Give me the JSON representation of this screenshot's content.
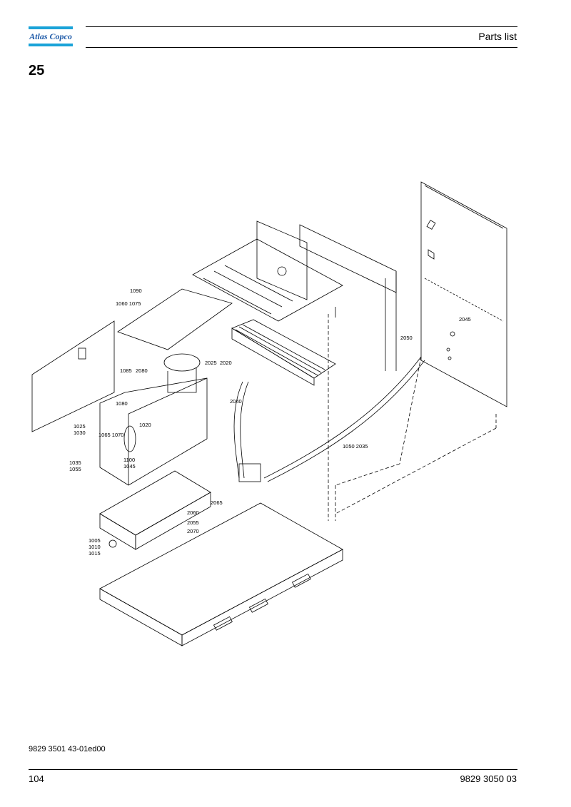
{
  "header": {
    "logo_text": "Atlas Copco",
    "title": "Parts list",
    "section_number": "25"
  },
  "drawing": {
    "labels": [
      {
        "id": "l1090",
        "text": "1090"
      },
      {
        "id": "l1060",
        "text": "1060 1075"
      },
      {
        "id": "l1085",
        "text": "1085"
      },
      {
        "id": "l2080",
        "text": "2080"
      },
      {
        "id": "l1080",
        "text": "1080"
      },
      {
        "id": "l2025",
        "text": "2025"
      },
      {
        "id": "l2020",
        "text": "2020"
      },
      {
        "id": "l2040",
        "text": "2040"
      },
      {
        "id": "l2050",
        "text": "2050"
      },
      {
        "id": "l2045",
        "text": "2045"
      },
      {
        "id": "l1020",
        "text": "1020"
      },
      {
        "id": "l1025",
        "text": "1025"
      },
      {
        "id": "l1030",
        "text": "1030"
      },
      {
        "id": "l1065",
        "text": "1065 1070"
      },
      {
        "id": "l1100",
        "text": "1100"
      },
      {
        "id": "l1045",
        "text": "1045"
      },
      {
        "id": "l1035",
        "text": "1035"
      },
      {
        "id": "l1055",
        "text": "1055"
      },
      {
        "id": "l1050",
        "text": "1050  2035"
      },
      {
        "id": "l2065",
        "text": "2065"
      },
      {
        "id": "l2060",
        "text": "2060"
      },
      {
        "id": "l2055",
        "text": "2055"
      },
      {
        "id": "l2070",
        "text": "2070"
      },
      {
        "id": "l1005",
        "text": "1005"
      },
      {
        "id": "l1010",
        "text": "1010"
      },
      {
        "id": "l1015",
        "text": "1015"
      }
    ]
  },
  "footer": {
    "document_code": "9829 3501 43-01ed00",
    "page_number": "104",
    "manual_number": "9829 3050 03"
  },
  "colors": {
    "logo_blue": "#1E5AA8",
    "logo_stripe": "#1AA3D8"
  }
}
